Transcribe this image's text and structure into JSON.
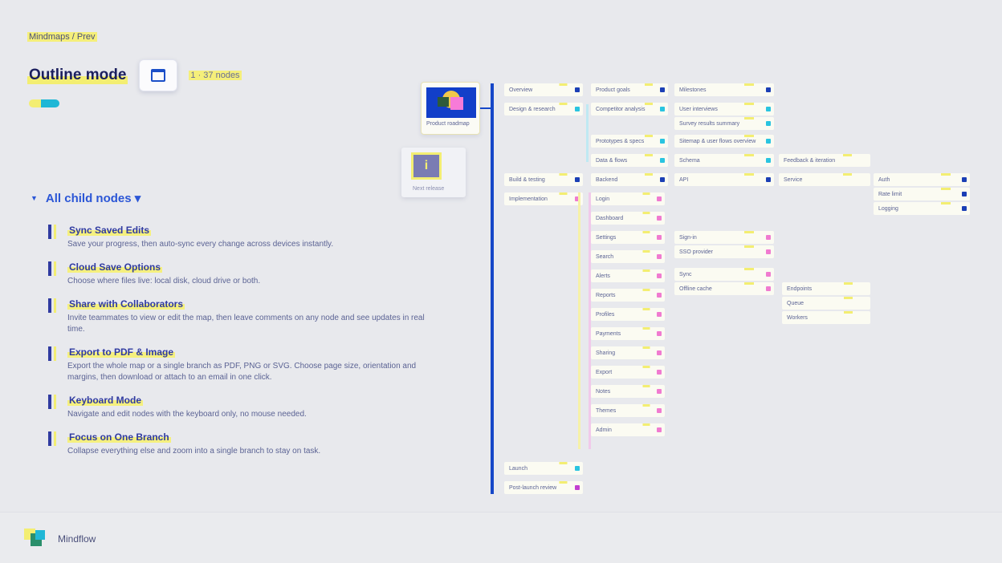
{
  "breadcrumb": "Mindmaps / Prev",
  "page_title": "Outline mode",
  "title_meta": "1 · 37 nodes",
  "outline": {
    "heading": "All child nodes ▾",
    "items": [
      {
        "title": "Sync Saved Edits",
        "desc": "Save your progress, then auto-sync every change across devices instantly."
      },
      {
        "title": "Cloud Save Options",
        "desc": "Choose where files live: local disk, cloud drive or both."
      },
      {
        "title": "Share with Collaborators",
        "desc": "Invite teammates to view or edit the map, then leave comments on any node and see updates in real time."
      },
      {
        "title": "Export to PDF & Image",
        "desc": "Export the whole map or a single branch as PDF, PNG or SVG. Choose page size, orientation and margins, then download or attach to an email in one click."
      },
      {
        "title": "Keyboard Mode",
        "desc": "Navigate and edit nodes with the keyboard only, no mouse needed."
      },
      {
        "title": "Focus on One Branch",
        "desc": "Collapse everything else and zoom into a single branch to stay on task."
      }
    ]
  },
  "mindmap": {
    "root_caption": "Product roadmap",
    "sub_caption": "Next release",
    "level1": [
      "Overview",
      "Design & research",
      "Build & testing",
      "Implementation",
      "Launch",
      "Post-launch review"
    ],
    "level2": [
      "Product goals",
      "Competitor analysis",
      "Prototypes & specs",
      "Data & flows",
      "Backend",
      "Login",
      "Dashboard",
      "Settings",
      "Search",
      "Alerts",
      "Reports",
      "Profiles",
      "Payments",
      "Sharing",
      "Export",
      "Notes",
      "Themes",
      "Admin"
    ],
    "level3": [
      "Milestones",
      "User interviews",
      "Survey results summary",
      "Sitemap & user flows overview",
      "Schema",
      "API",
      "Sign-in",
      "SSO provider",
      "Sync",
      "Offline cache"
    ],
    "level4": [
      "Feedback & iteration",
      "Service",
      "Endpoints",
      "Queue",
      "Workers"
    ],
    "level5": [
      "Auth",
      "Rate limit",
      "Logging"
    ]
  },
  "footer": {
    "brand": "Mindflow"
  },
  "colors": {
    "trunk": "#1547c8",
    "highlight": "#f3ee72",
    "dot_blue": "#1b3fb5",
    "dot_cyan": "#29c4e0",
    "dot_pink": "#f07bd0",
    "dot_magenta": "#c23fd0"
  }
}
